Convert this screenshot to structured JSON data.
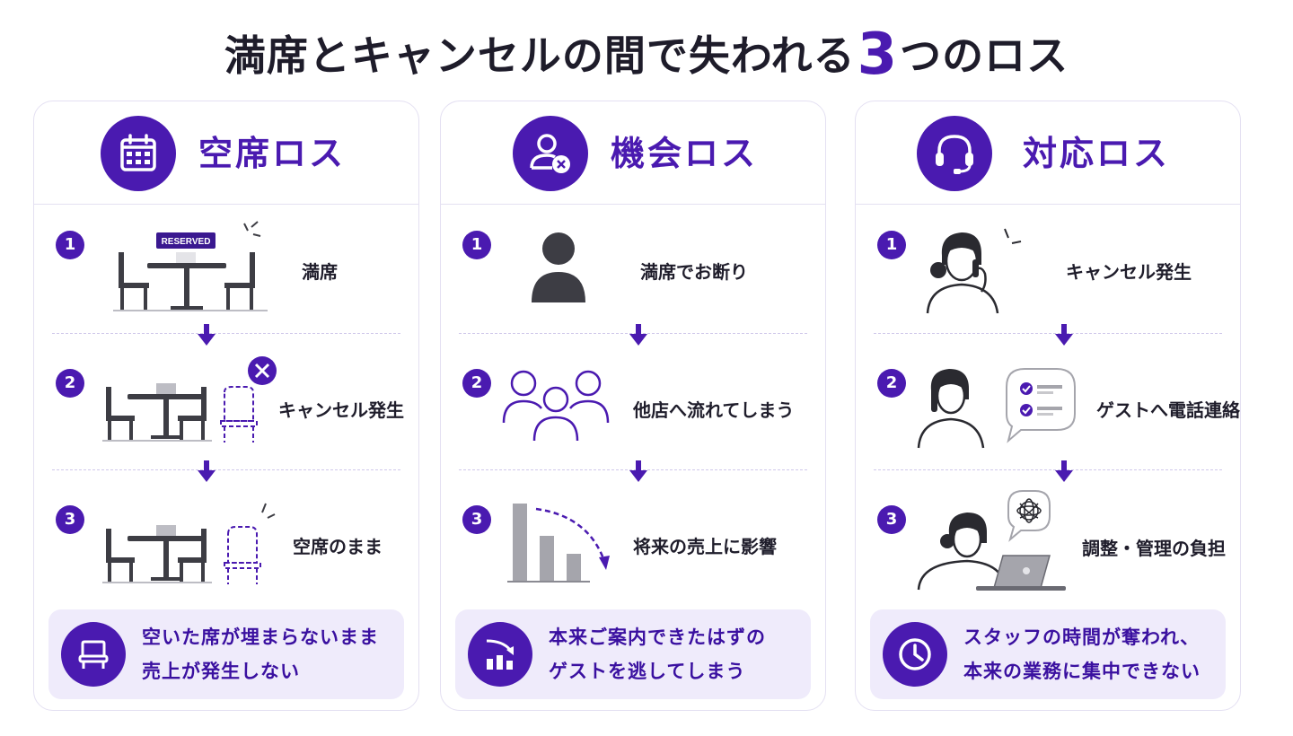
{
  "title": {
    "prefix": "満席とキャンセルの間で失われる",
    "number": "3",
    "suffix": "つのロス"
  },
  "columns": [
    {
      "heading": "空席ロス",
      "icon": "calendar-icon",
      "steps": [
        {
          "num": "1",
          "text": "満席",
          "badge": "RESERVED",
          "illustration": "reserved-table-icon"
        },
        {
          "num": "2",
          "text": "キャンセル発生",
          "illustration": "table-with-cancelled-chair-icon"
        },
        {
          "num": "3",
          "text": "空席のまま",
          "illustration": "table-with-empty-chair-icon"
        }
      ],
      "summary": {
        "line1": "空いた席が埋まらないまま",
        "line2": "売上が発生しない",
        "icon": "chair-icon"
      }
    },
    {
      "heading": "機会ロス",
      "icon": "user-cancel-icon",
      "steps": [
        {
          "num": "1",
          "text": "満席でお断り",
          "illustration": "person-icon"
        },
        {
          "num": "2",
          "text": "他店へ流れてしまう",
          "illustration": "group-icon"
        },
        {
          "num": "3",
          "text": "将来の売上に影響",
          "illustration": "declining-bar-chart-icon"
        }
      ],
      "summary": {
        "line1": "本来ご案内できたはずの",
        "line2": "ゲストを逃してしまう",
        "icon": "declining-chart-icon"
      }
    },
    {
      "heading": "対応ロス",
      "icon": "headset-icon",
      "steps": [
        {
          "num": "1",
          "text": "キャンセル発生",
          "illustration": "woman-on-phone-icon"
        },
        {
          "num": "2",
          "text": "ゲストへ電話連絡",
          "illustration": "woman-calling-checklist-icon"
        },
        {
          "num": "3",
          "text": "調整・管理の負担",
          "illustration": "woman-at-laptop-icon"
        }
      ],
      "summary": {
        "line1": "スタッフの時間が奪われ、",
        "line2": "本来の業務に集中できない",
        "icon": "clock-icon"
      }
    }
  ],
  "colors": {
    "accent": "#4a1ab0",
    "summary_bg": "#efebfb",
    "divider": "#cfc8ea",
    "illustration": "#3d3d44"
  }
}
